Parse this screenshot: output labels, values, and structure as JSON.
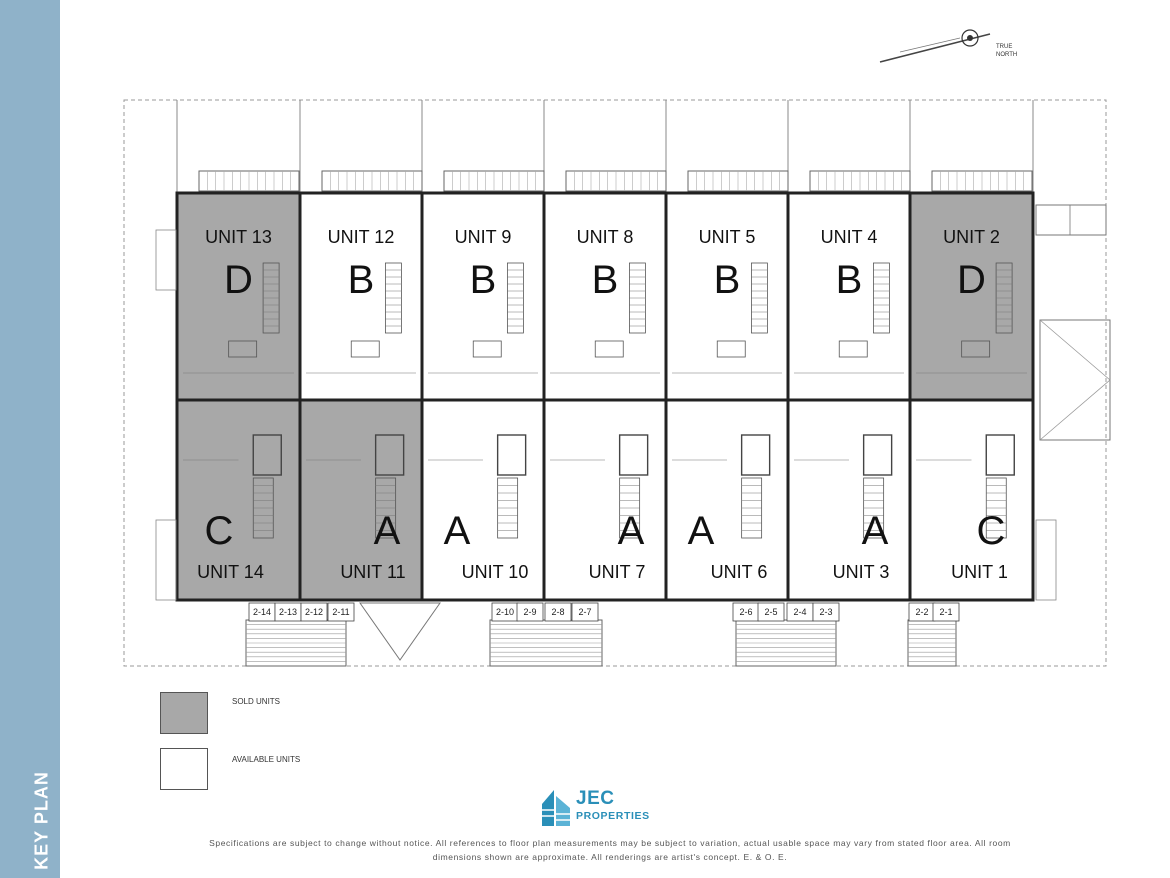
{
  "sidebar": {
    "title": "KEY PLAN"
  },
  "colors": {
    "sold": "#a8a8a8",
    "available": "#ffffff",
    "sidebar": "#8fb2c9",
    "brand": "#2a8fb8"
  },
  "north": {
    "line1": "TRUE",
    "line2": "NORTH"
  },
  "units_upper": [
    {
      "name": "UNIT 13",
      "type": "D",
      "sold": true
    },
    {
      "name": "UNIT 12",
      "type": "B",
      "sold": false
    },
    {
      "name": "UNIT 9",
      "type": "B",
      "sold": false
    },
    {
      "name": "UNIT 8",
      "type": "B",
      "sold": false
    },
    {
      "name": "UNIT 5",
      "type": "B",
      "sold": false
    },
    {
      "name": "UNIT 4",
      "type": "B",
      "sold": false
    },
    {
      "name": "UNIT 2",
      "type": "D",
      "sold": true
    }
  ],
  "units_lower": [
    {
      "name": "UNIT 14",
      "type": "C",
      "sold": true
    },
    {
      "name": "UNIT 11",
      "type": "A",
      "sold": true
    },
    {
      "name": "UNIT 10",
      "type": "A",
      "sold": false
    },
    {
      "name": "UNIT 7",
      "type": "A",
      "sold": false
    },
    {
      "name": "UNIT 6",
      "type": "A",
      "sold": false
    },
    {
      "name": "UNIT 3",
      "type": "A",
      "sold": false
    },
    {
      "name": "UNIT 1",
      "type": "C",
      "sold": false
    }
  ],
  "address_labels": [
    "2-14",
    "2-13",
    "2-12",
    "2-11",
    "2-10",
    "2-9",
    "2-8",
    "2-7",
    "2-6",
    "2-5",
    "2-4",
    "2-3",
    "2-2",
    "2-1"
  ],
  "legend": {
    "sold_label": "SOLD UNITS",
    "available_label": "AVAILABLE UNITS"
  },
  "logo": {
    "line1": "JEC",
    "line2": "PROPERTIES"
  },
  "disclaimer": {
    "line1": "Specifications are subject to change without notice. All references to floor plan measurements may be subject to variation, actual usable space may vary from stated floor area. All room",
    "line2": "dimensions shown are approximate. All renderings are artist's concept. E. & O. E."
  }
}
